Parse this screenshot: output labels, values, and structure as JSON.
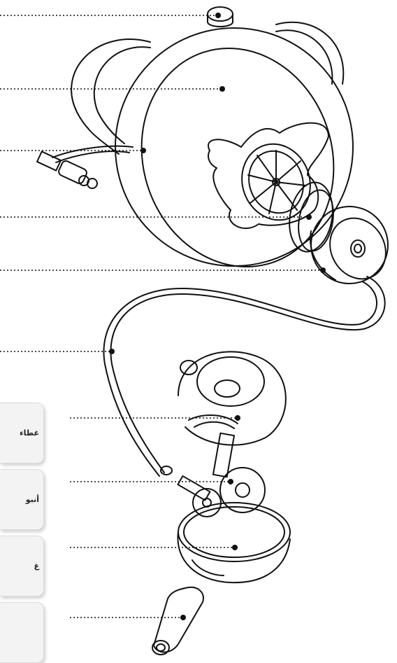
{
  "callouts": [
    {
      "label": "غطاء"
    },
    {
      "label": "أنبو"
    },
    {
      "label": "غ"
    },
    {
      "label": ""
    }
  ],
  "colors": {
    "line": "#111111",
    "panel": "#f3f3f3",
    "dot": "#111111"
  }
}
